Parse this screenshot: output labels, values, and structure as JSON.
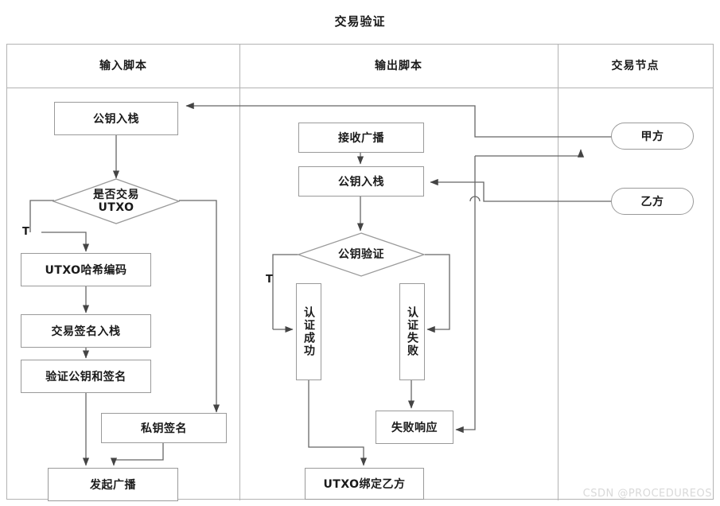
{
  "title": "交易验证",
  "watermark": "CSDN @PROCEDUREOS",
  "lanes": [
    {
      "id": "input-script",
      "label": "输入脚本"
    },
    {
      "id": "output-script",
      "label": "输出脚本"
    },
    {
      "id": "transaction-node",
      "label": "交易节点"
    }
  ],
  "colors": {
    "node_border": "#9a9a9a",
    "lane_border": "#b3b3b3",
    "connector": "#555555",
    "text": "#1a1a1a",
    "background": "#ffffff",
    "watermark": "#d9d9d9"
  },
  "nodes": {
    "left": [
      {
        "id": "pubkey-push-left",
        "label": "公钥入栈",
        "shape": "process"
      },
      {
        "id": "is-tx-utxo",
        "label_line1": "是否交易",
        "label_line2": "UTXO",
        "shape": "decision"
      },
      {
        "id": "utxo-hash-encode",
        "label": "UTXO哈希编码",
        "shape": "process"
      },
      {
        "id": "tx-sign-push",
        "label": "交易签名入栈",
        "shape": "process"
      },
      {
        "id": "verify-pubkey-sign",
        "label": "验证公钥和签名",
        "shape": "process"
      },
      {
        "id": "private-key-sign",
        "label": "私钥签名",
        "shape": "process"
      },
      {
        "id": "start-broadcast",
        "label": "发起广播",
        "shape": "process"
      }
    ],
    "middle": [
      {
        "id": "receive-broadcast",
        "label": "接收广播",
        "shape": "process"
      },
      {
        "id": "pubkey-push-middle",
        "label": "公钥入栈",
        "shape": "process"
      },
      {
        "id": "pubkey-verify",
        "label": "公钥验证",
        "shape": "decision"
      },
      {
        "id": "auth-success",
        "label": "认证成功",
        "shape": "process-vertical"
      },
      {
        "id": "auth-failure",
        "label": "认证失败",
        "shape": "process-vertical"
      },
      {
        "id": "failure-response",
        "label": "失败响应",
        "shape": "process"
      },
      {
        "id": "utxo-bind-partyb",
        "label": "UTXO绑定乙方",
        "shape": "process"
      }
    ],
    "right": [
      {
        "id": "party-a",
        "label": "甲方",
        "shape": "terminal"
      },
      {
        "id": "party-b",
        "label": "乙方",
        "shape": "terminal"
      }
    ]
  },
  "edge_labels": [
    {
      "id": "left-true-label",
      "label": "T"
    },
    {
      "id": "middle-true-label",
      "label": "T"
    }
  ]
}
